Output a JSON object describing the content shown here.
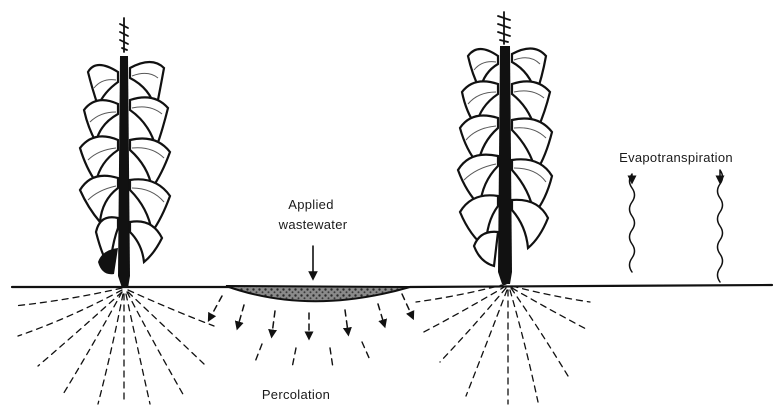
{
  "labels": {
    "applied_line1": "Applied",
    "applied_line2": "wastewater",
    "evapotranspiration": "Evapotranspiration",
    "percolation": "Percolation"
  },
  "colors": {
    "ink": "#111111",
    "pond": "#5a5a5a",
    "background": "#ffffff"
  },
  "icons": [
    "corn-plant-left",
    "corn-plant-right",
    "ponded-wastewater",
    "percolation-arrows",
    "evapotranspiration-arrows"
  ]
}
